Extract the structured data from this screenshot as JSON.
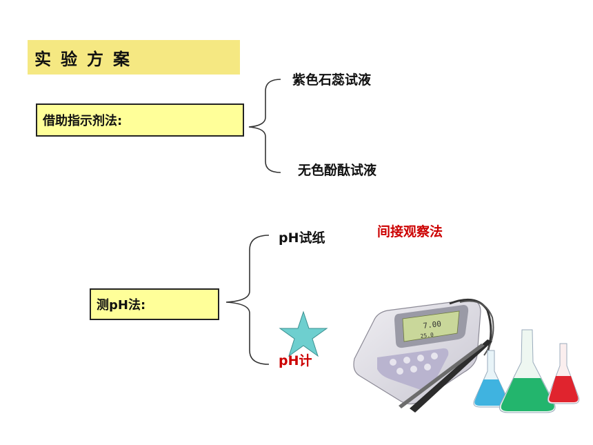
{
  "title": "实验方案",
  "methods": [
    {
      "label": "借助指示剂法:",
      "options": [
        "紫色石蕊试液",
        "无色酚酞试液"
      ]
    },
    {
      "label": "测pH法:",
      "options": [
        "pH试纸",
        "pH计"
      ]
    }
  ],
  "note": "间接观察法",
  "colors": {
    "box_fill": "#ffff99",
    "title_fill": "#f5e882",
    "accent_red": "#cc0000",
    "star_fill": "#6ecfcf"
  },
  "image": {
    "meter_display_1": "7.00",
    "meter_display_2": "25.0"
  }
}
